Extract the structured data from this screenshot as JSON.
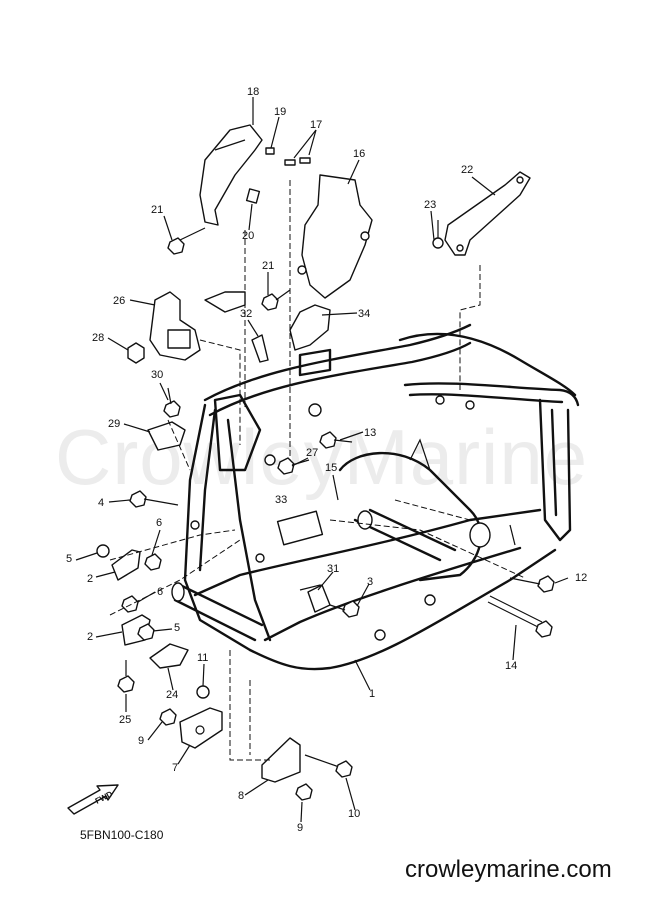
{
  "watermark": "CrowleyMarine",
  "diagram_code": "5FBN100-C180",
  "site_name": "crowleymarine.com",
  "fwd_label": "FWD",
  "callouts": [
    {
      "id": "c18",
      "label": "18"
    },
    {
      "id": "c19",
      "label": "19"
    },
    {
      "id": "c17",
      "label": "17"
    },
    {
      "id": "c16",
      "label": "16"
    },
    {
      "id": "c22",
      "label": "22"
    },
    {
      "id": "c21a",
      "label": "21"
    },
    {
      "id": "c20",
      "label": "20"
    },
    {
      "id": "c23",
      "label": "23"
    },
    {
      "id": "c21b",
      "label": "21"
    },
    {
      "id": "c26",
      "label": "26"
    },
    {
      "id": "c32",
      "label": "32"
    },
    {
      "id": "c34",
      "label": "34"
    },
    {
      "id": "c28",
      "label": "28"
    },
    {
      "id": "c30",
      "label": "30"
    },
    {
      "id": "c29",
      "label": "29"
    },
    {
      "id": "c13",
      "label": "13"
    },
    {
      "id": "c27",
      "label": "27"
    },
    {
      "id": "c15",
      "label": "15"
    },
    {
      "id": "c4",
      "label": "4"
    },
    {
      "id": "c33",
      "label": "33"
    },
    {
      "id": "c6a",
      "label": "6"
    },
    {
      "id": "c5a",
      "label": "5"
    },
    {
      "id": "c2a",
      "label": "2"
    },
    {
      "id": "c6b",
      "label": "6"
    },
    {
      "id": "c31",
      "label": "31"
    },
    {
      "id": "c3",
      "label": "3"
    },
    {
      "id": "c12",
      "label": "12"
    },
    {
      "id": "c2b",
      "label": "2"
    },
    {
      "id": "c5b",
      "label": "5"
    },
    {
      "id": "c11",
      "label": "11"
    },
    {
      "id": "c14",
      "label": "14"
    },
    {
      "id": "c24",
      "label": "24"
    },
    {
      "id": "c1",
      "label": "1"
    },
    {
      "id": "c25",
      "label": "25"
    },
    {
      "id": "c9a",
      "label": "9"
    },
    {
      "id": "c7",
      "label": "7"
    },
    {
      "id": "c8",
      "label": "8"
    },
    {
      "id": "c10",
      "label": "10"
    },
    {
      "id": "c9b",
      "label": "9"
    }
  ]
}
